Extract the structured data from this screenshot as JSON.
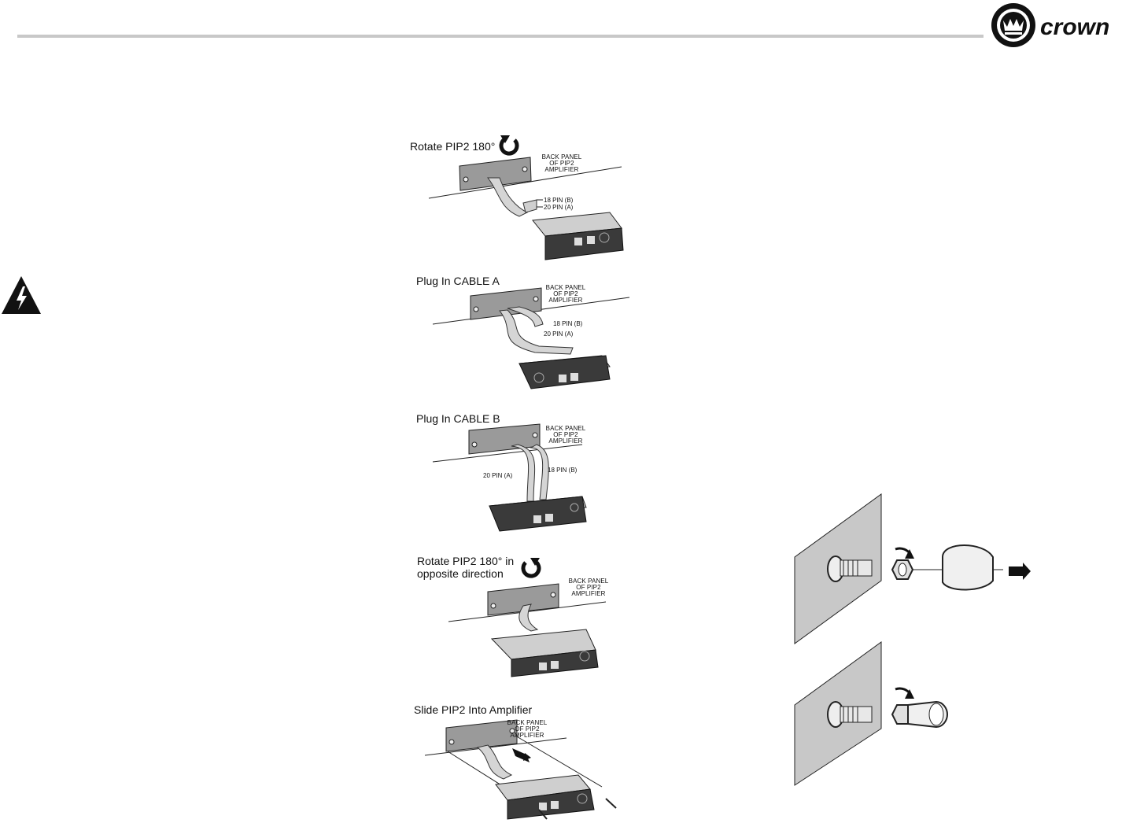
{
  "brand": {
    "name": "crown"
  },
  "steps": [
    {
      "title": "Rotate PIP2 180°",
      "panel": [
        "BACK PANEL",
        "OF PIP2",
        "AMPLIFIER"
      ],
      "pin_b": "18 PIN (B)",
      "pin_a": "20 PIN (A)"
    },
    {
      "title": "Plug In CABLE A",
      "panel": [
        "BACK PANEL",
        "OF PIP2",
        "AMPLIFIER"
      ],
      "pin_b": "18 PIN (B)",
      "pin_a": "20 PIN (A)"
    },
    {
      "title": "Plug In CABLE B",
      "panel": [
        "BACK PANEL",
        "OF PIP2",
        "AMPLIFIER"
      ],
      "pin_b": "18 PIN (B)",
      "pin_a": "20 PIN (A)"
    },
    {
      "title_lines": [
        "Rotate PIP2 180° in",
        "opposite direction"
      ],
      "panel": [
        "BACK PANEL",
        "OF PIP2",
        "AMPLIFIER"
      ]
    },
    {
      "title": "Slide PIP2 Into Amplifier",
      "panel": [
        "BACK PANEL",
        "OF PIP2",
        "AMPLIFIER"
      ]
    }
  ],
  "colors": {
    "rule": "#c8c8c8",
    "panel": "#9a9a9a",
    "card": "#3a3a3a",
    "ribbon": "#cfcfcf",
    "text": "#111111"
  }
}
